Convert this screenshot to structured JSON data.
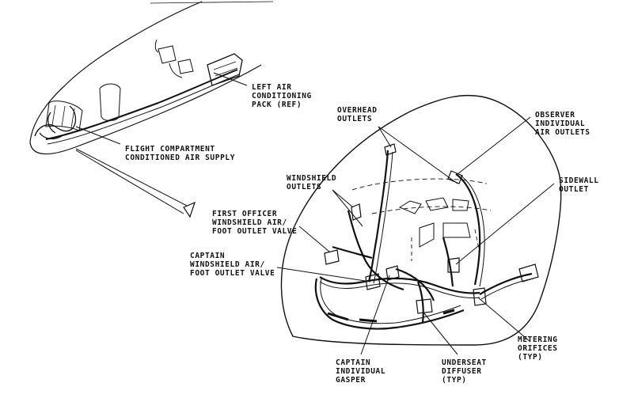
{
  "labels": {
    "left_pack": [
      "LEFT AIR",
      "CONDITIONING",
      "PACK (REF)"
    ],
    "flight_supply": [
      "FLIGHT COMPARTMENT",
      "CONDITIONED AIR SUPPLY"
    ],
    "overhead": [
      "OVERHEAD",
      "OUTLETS"
    ],
    "observer": [
      "OBSERVER",
      "INDIVIDUAL",
      "AIR OUTLETS"
    ],
    "windshield": [
      "WINDSHIELD",
      "OUTLETS"
    ],
    "sidewall": [
      "SIDEWALL",
      "OUTLET"
    ],
    "first_officer": [
      "FIRST OFFICER",
      "WINDSHIELD AIR/",
      "FOOT OUTLET VALVE"
    ],
    "captain_valve": [
      "CAPTAIN",
      "WINDSHIELD AIR/",
      "FOOT OUTLET VALVE"
    ],
    "metering": [
      "METERING",
      "ORIFICES",
      "(TYP)"
    ],
    "underseat": [
      "UNDERSEAT",
      "DIFFUSER",
      "(TYP)"
    ],
    "gasper": [
      "CAPTAIN",
      "INDIVIDUAL",
      "GASPER"
    ]
  },
  "colors": {
    "ink": "#111111",
    "background": "#ffffff"
  }
}
